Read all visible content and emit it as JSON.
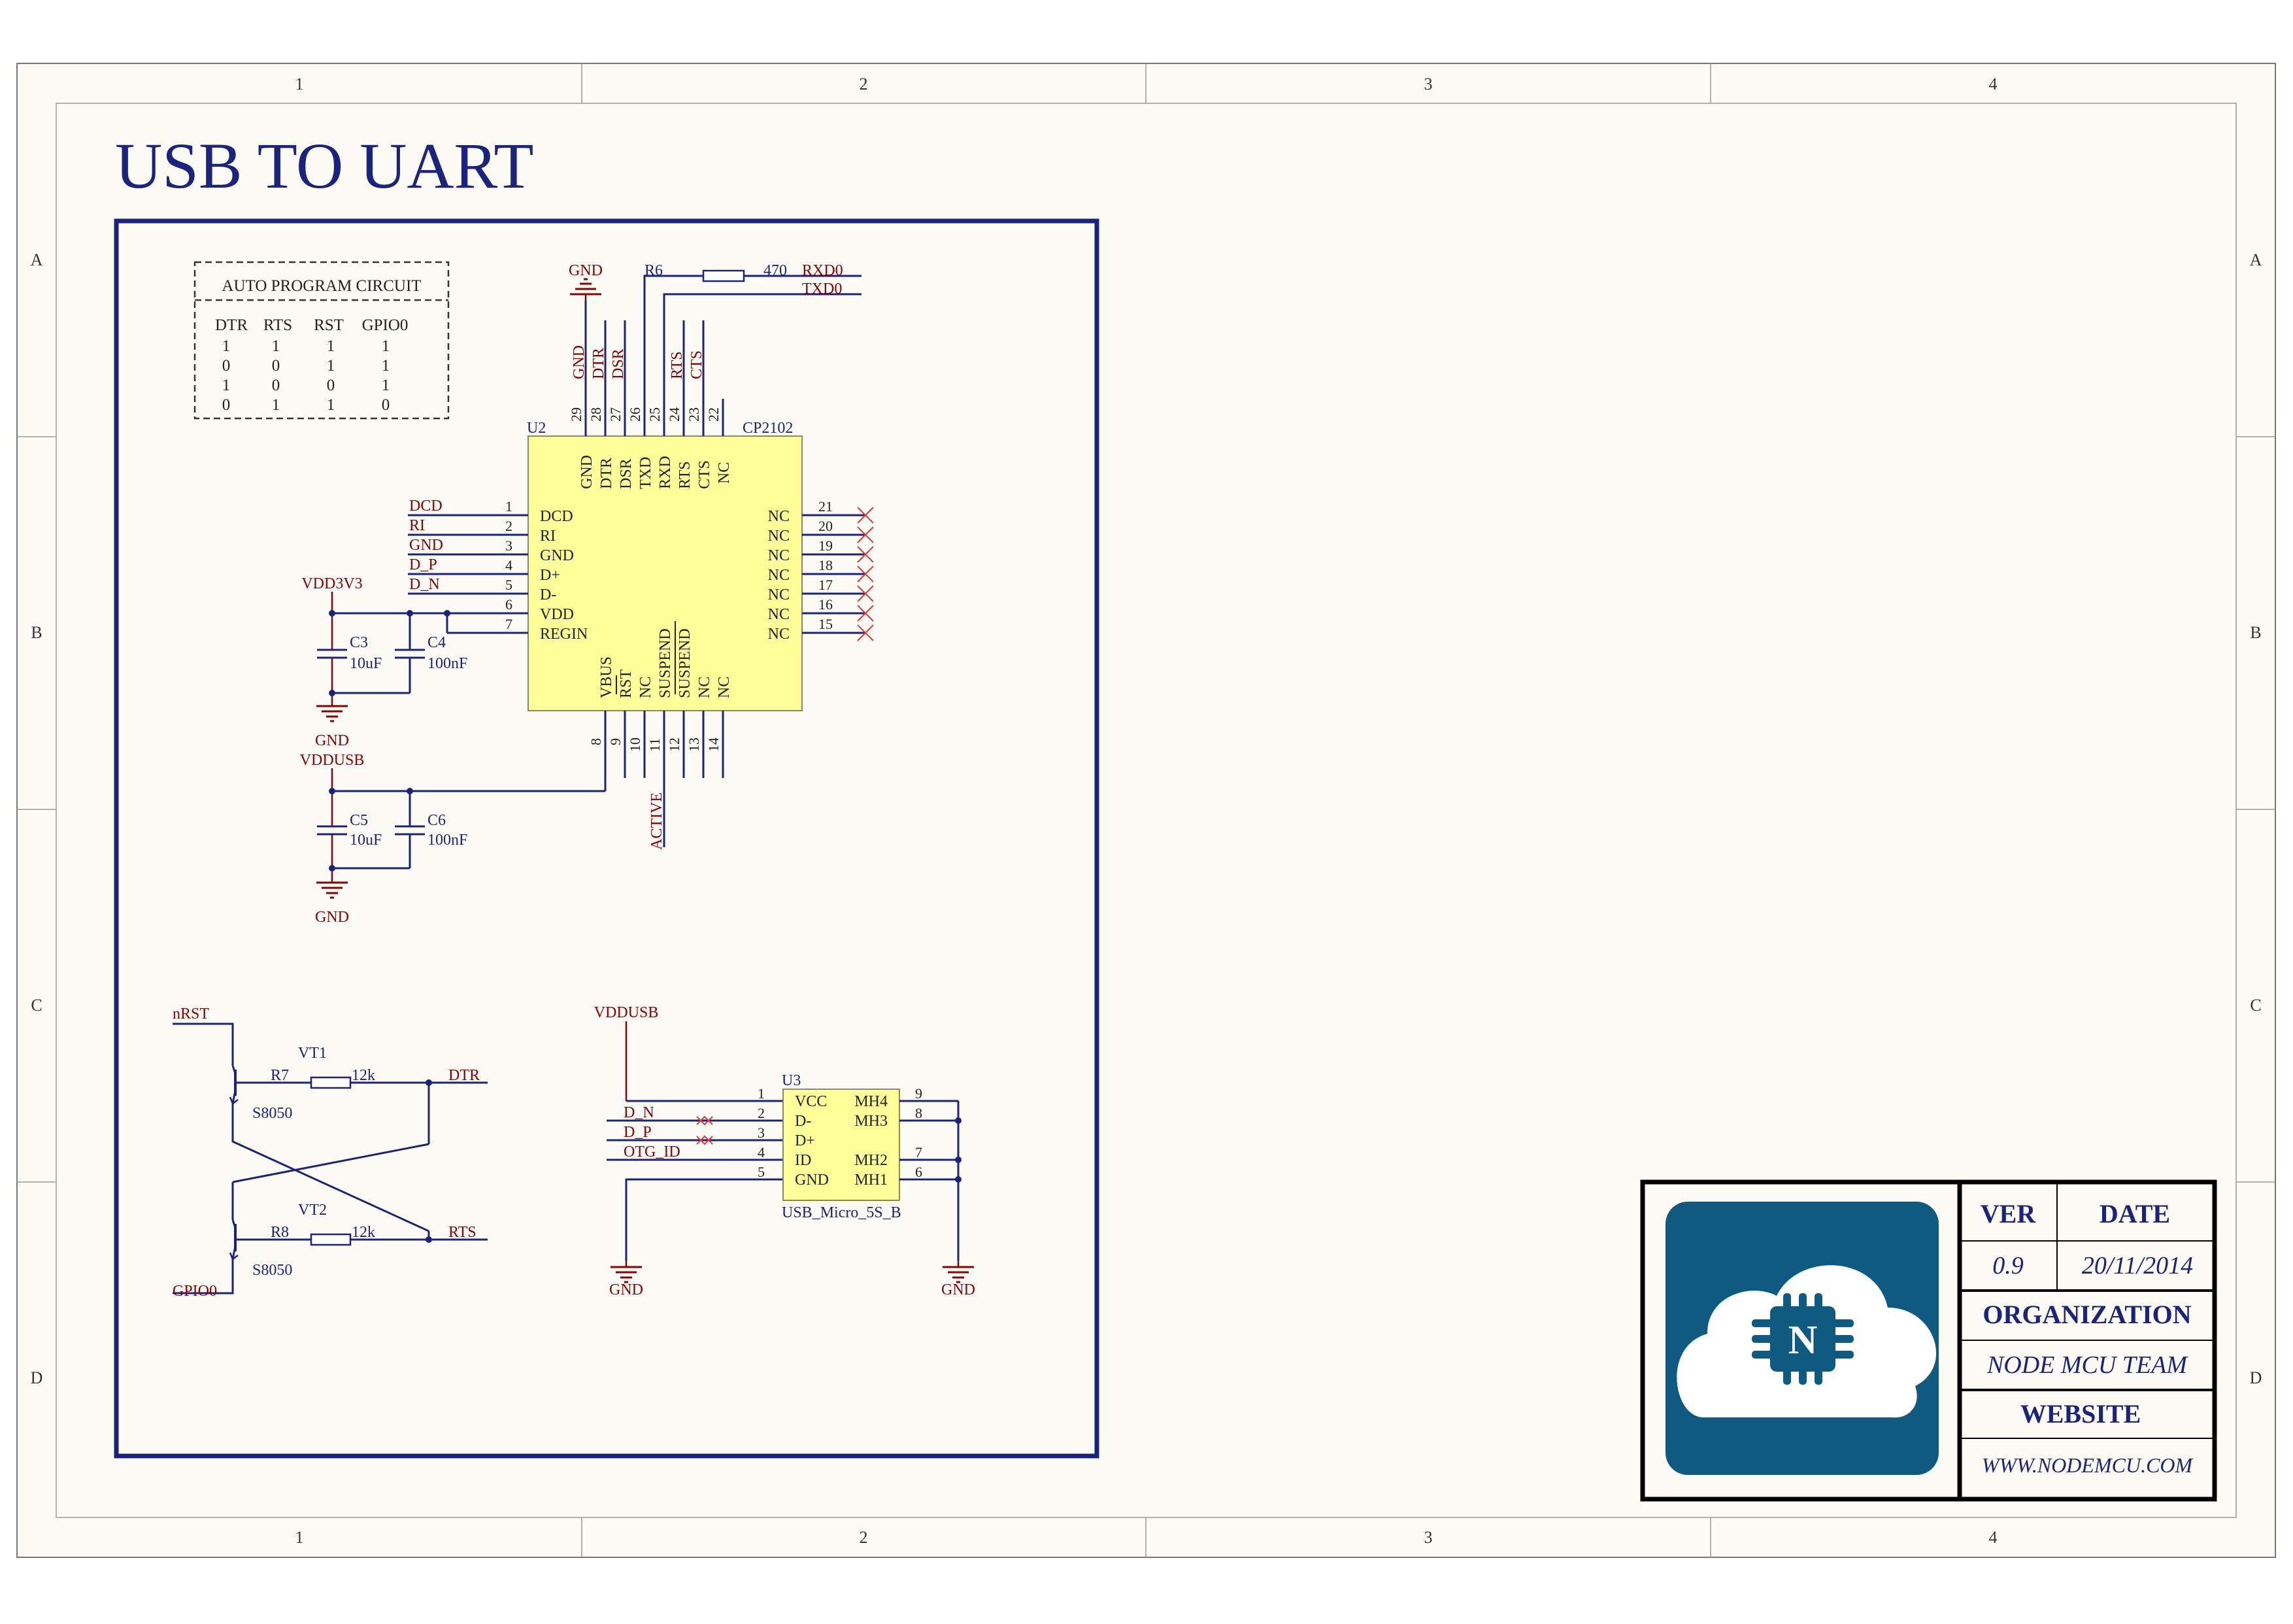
{
  "sheet": {
    "title": "USB TO UART",
    "columns": [
      "1",
      "2",
      "3",
      "4"
    ],
    "rows": [
      "A",
      "B",
      "C",
      "D"
    ]
  },
  "auto_program": {
    "title": "AUTO PROGRAM CIRCUIT",
    "headers": [
      "DTR",
      "RTS",
      "RST",
      "GPIO0"
    ],
    "rows": [
      [
        "1",
        "1",
        "1",
        "1"
      ],
      [
        "0",
        "0",
        "1",
        "1"
      ],
      [
        "1",
        "0",
        "0",
        "1"
      ],
      [
        "0",
        "1",
        "1",
        "0"
      ]
    ]
  },
  "u2": {
    "ref": "U2",
    "part": "CP2102",
    "top_pins": [
      {
        "num": "29",
        "name": "GND",
        "net": "GND"
      },
      {
        "num": "28",
        "name": "DTR",
        "net": "DTR"
      },
      {
        "num": "27",
        "name": "DSR",
        "net": "DSR"
      },
      {
        "num": "26",
        "name": "TXD",
        "net": ""
      },
      {
        "num": "25",
        "name": "RXD",
        "net": ""
      },
      {
        "num": "24",
        "name": "RTS",
        "net": "RTS"
      },
      {
        "num": "23",
        "name": "CTS",
        "net": "CTS"
      },
      {
        "num": "22",
        "name": "NC",
        "net": ""
      }
    ],
    "left_pins": [
      {
        "num": "1",
        "name": "DCD",
        "net": "DCD"
      },
      {
        "num": "2",
        "name": "RI",
        "net": "RI"
      },
      {
        "num": "3",
        "name": "GND",
        "net": "GND"
      },
      {
        "num": "4",
        "name": "D+",
        "net": "D_P"
      },
      {
        "num": "5",
        "name": "D-",
        "net": "D_N"
      },
      {
        "num": "6",
        "name": "VDD",
        "net": ""
      },
      {
        "num": "7",
        "name": "REGIN",
        "net": ""
      }
    ],
    "right_pins": [
      {
        "num": "21",
        "name": "NC"
      },
      {
        "num": "20",
        "name": "NC"
      },
      {
        "num": "19",
        "name": "NC"
      },
      {
        "num": "18",
        "name": "NC"
      },
      {
        "num": "17",
        "name": "NC"
      },
      {
        "num": "16",
        "name": "NC"
      },
      {
        "num": "15",
        "name": "NC"
      }
    ],
    "bottom_pins": [
      {
        "num": "8",
        "name": "VBUS"
      },
      {
        "num": "9",
        "name": "RST"
      },
      {
        "num": "10",
        "name": "NC"
      },
      {
        "num": "11",
        "name": "SUSPEND"
      },
      {
        "num": "12",
        "name": "SUSPEND"
      },
      {
        "num": "13",
        "name": "NC"
      },
      {
        "num": "14",
        "name": "NC"
      }
    ],
    "active_net": "ACTIVE"
  },
  "r6": {
    "ref": "R6",
    "value": "470",
    "net_rxd": "RXD0",
    "net_txd": "TXD0"
  },
  "power": {
    "gnd": "GND",
    "vdd3v3": "VDD3V3",
    "vddusb": "VDDUSB",
    "c3": {
      "ref": "C3",
      "value": "10uF"
    },
    "c4": {
      "ref": "C4",
      "value": "100nF"
    },
    "c5": {
      "ref": "C5",
      "value": "10uF"
    },
    "c6": {
      "ref": "C6",
      "value": "100nF"
    }
  },
  "transistors": {
    "nrst": "nRST",
    "gpio0": "GPIO0",
    "vt1": {
      "ref": "VT1",
      "part": "S8050",
      "r_ref": "R7",
      "r_value": "12k",
      "net": "DTR"
    },
    "vt2": {
      "ref": "VT2",
      "part": "S8050",
      "r_ref": "R8",
      "r_value": "12k",
      "net": "RTS"
    }
  },
  "u3": {
    "ref": "U3",
    "part": "USB_Micro_5S_B",
    "vddusb": "VDDUSB",
    "left_pins": [
      {
        "num": "1",
        "name": "VCC",
        "net": ""
      },
      {
        "num": "2",
        "name": "D-",
        "net": "D_N"
      },
      {
        "num": "3",
        "name": "D+",
        "net": "D_P"
      },
      {
        "num": "4",
        "name": "ID",
        "net": "OTG_ID"
      },
      {
        "num": "5",
        "name": "GND",
        "net": ""
      }
    ],
    "right_pins": [
      {
        "num": "9",
        "name": "MH4"
      },
      {
        "num": "8",
        "name": "MH3"
      },
      {
        "num": "7",
        "name": "MH2"
      },
      {
        "num": "6",
        "name": "MH1"
      }
    ]
  },
  "title_block": {
    "ver_label": "VER",
    "date_label": "DATE",
    "ver": "0.9",
    "date": "20/11/2014",
    "org_label": "ORGANIZATION",
    "org": "NODE MCU TEAM",
    "web_label": "WEBSITE",
    "web": "WWW.NODEMCU.COM",
    "logo_letter": "N"
  },
  "colors": {
    "wire": "#1a237e",
    "net_label": "#8b0000",
    "component": "#1a237e",
    "ic_fill": "#ffff99",
    "logo": "#0e5a80",
    "paper": "#fdfbf5"
  }
}
